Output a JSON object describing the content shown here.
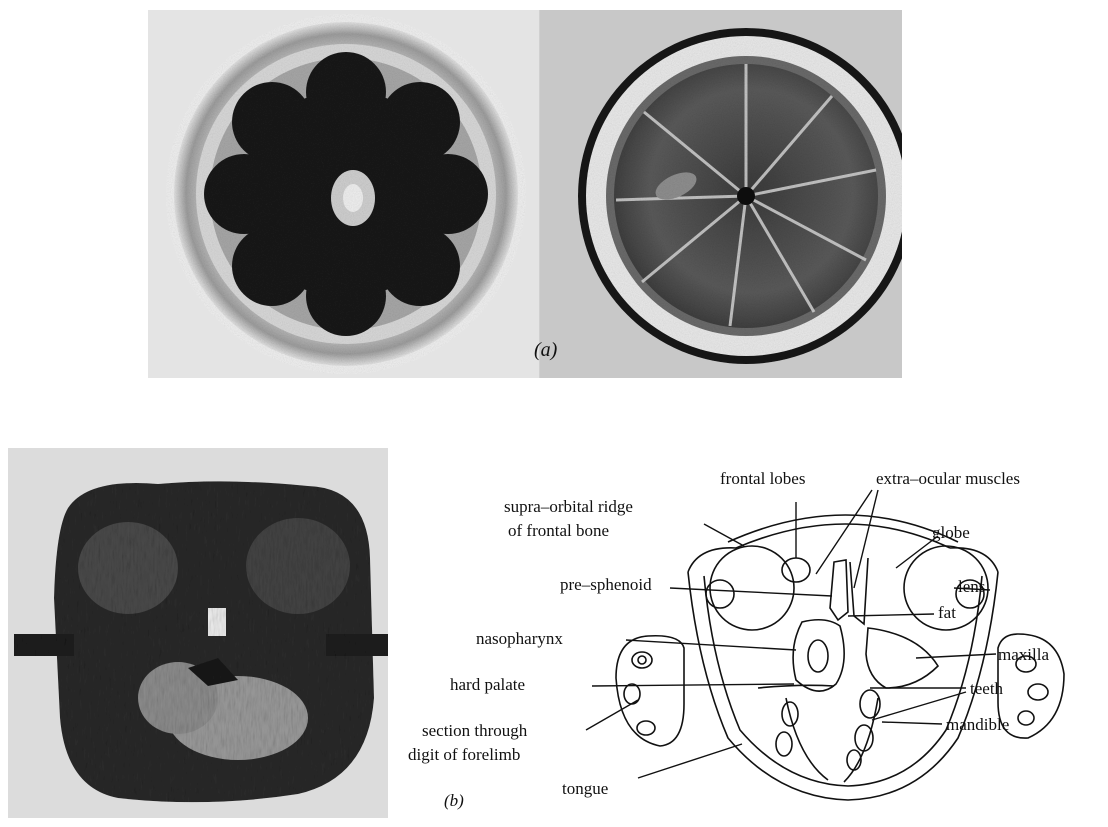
{
  "panel_a": {
    "label": "(a)"
  },
  "panel_b": {
    "label": "(b)",
    "labels": {
      "frontal_lobes": "frontal lobes",
      "extra_ocular": "extra–ocular muscles",
      "supra_orbital_1": "supra–orbital ridge",
      "supra_orbital_2": "of frontal bone",
      "globe": "globe",
      "pre_sphenoid": "pre–sphenoid",
      "lens": "lens",
      "fat": "fat",
      "nasopharynx": "nasopharynx",
      "maxilla": "maxilla",
      "hard_palate": "hard palate",
      "teeth": "teeth",
      "section_1": "section through",
      "section_2": "digit of forelimb",
      "mandible": "mandible",
      "tongue": "tongue"
    }
  }
}
